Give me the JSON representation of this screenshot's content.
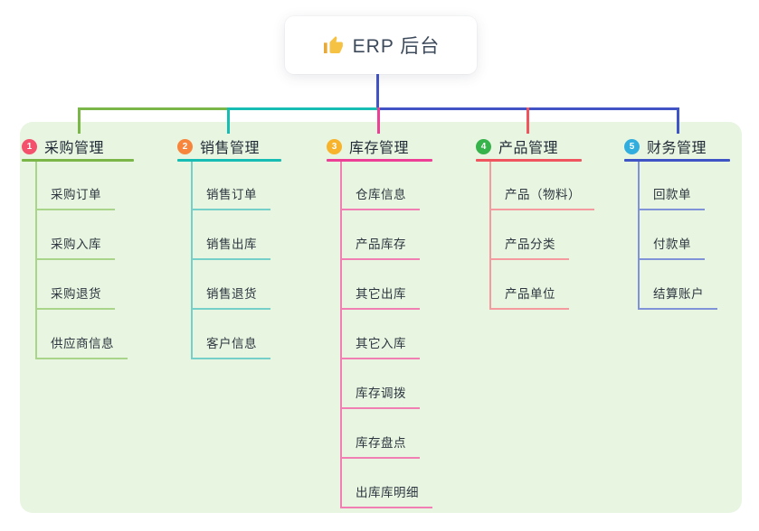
{
  "root": {
    "label": "ERP 后台",
    "icon": "thumbs-up-icon",
    "icon_color": "#f6c244"
  },
  "canvas": {
    "page_bg": "#ffffff",
    "panel_bg": "#e8f5e1",
    "root_connector_color": "#4254c5"
  },
  "bus": {
    "segments": [
      {
        "color": "#7ab648"
      },
      {
        "color": "#17bdb3"
      },
      {
        "color": "#4254c5"
      }
    ]
  },
  "branches": [
    {
      "badge": "1",
      "title": "采购管理",
      "badge_color": "#f4516c",
      "line_color": "#7ab648",
      "child_line_color": "#a9d58a",
      "children": [
        "采购订单",
        "采购入库",
        "采购退货",
        "供应商信息"
      ]
    },
    {
      "badge": "2",
      "title": "销售管理",
      "badge_color": "#f7863c",
      "line_color": "#17bdb3",
      "child_line_color": "#74d0c8",
      "children": [
        "销售订单",
        "销售出库",
        "销售退货",
        "客户信息"
      ]
    },
    {
      "badge": "3",
      "title": "库存管理",
      "badge_color": "#f7b32b",
      "line_color": "#ed3f96",
      "child_line_color": "#f27fb4",
      "children": [
        "仓库信息",
        "产品库存",
        "其它出库",
        "其它入库",
        "库存调拨",
        "库存盘点",
        "出库库明细"
      ]
    },
    {
      "badge": "4",
      "title": "产品管理",
      "badge_color": "#36b34a",
      "line_color": "#f0545f",
      "child_line_color": "#f59a9e",
      "children": [
        "产品（物料）",
        "产品分类",
        "产品单位"
      ]
    },
    {
      "badge": "5",
      "title": "财务管理",
      "badge_color": "#31aede",
      "line_color": "#3f55c5",
      "child_line_color": "#8193d8",
      "children": [
        "回款单",
        "付款单",
        "结算账户"
      ]
    }
  ]
}
